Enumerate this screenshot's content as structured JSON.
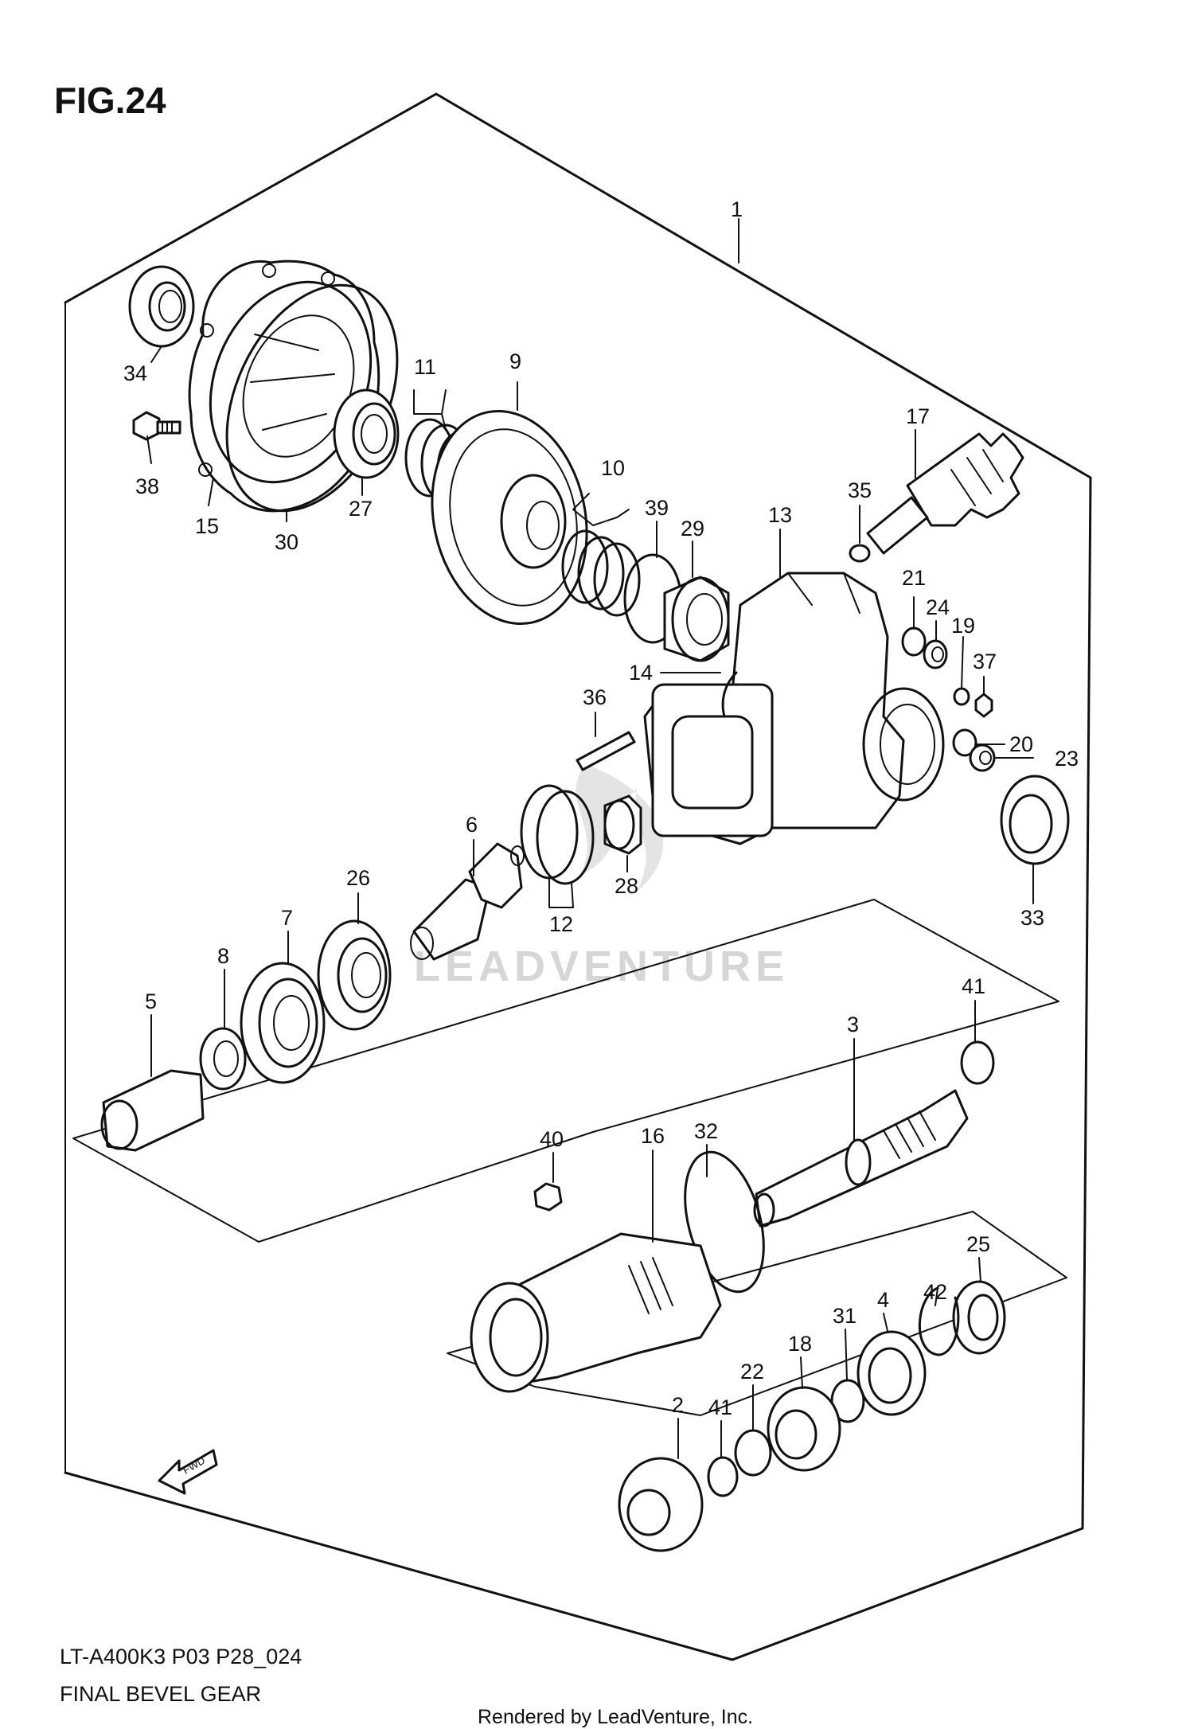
{
  "figure": {
    "title": "FIG.24",
    "model_code": "LT-A400K3 P03 P28_024",
    "name": "FINAL BEVEL GEAR",
    "rendered_by": "Rendered by LeadVenture, Inc.",
    "watermark": "LEADVENTURE",
    "fwd_label": "FWD"
  },
  "callouts": {
    "c1": "1",
    "c2": "2",
    "c3": "3",
    "c4": "4",
    "c5": "5",
    "c6": "6",
    "c7": "7",
    "c8": "8",
    "c9": "9",
    "c10": "10",
    "c11": "11",
    "c12": "12",
    "c13": "13",
    "c14": "14",
    "c15": "15",
    "c16": "16",
    "c17": "17",
    "c18": "18",
    "c19": "19",
    "c20": "20",
    "c21": "21",
    "c22": "22",
    "c23": "23",
    "c24": "24",
    "c25": "25",
    "c26": "26",
    "c27": "27",
    "c28": "28",
    "c29": "29",
    "c30": "30",
    "c31": "31",
    "c32": "32",
    "c33": "33",
    "c34": "34",
    "c35": "35",
    "c36": "36",
    "c37": "37",
    "c38": "38",
    "c39": "39",
    "c40": "40",
    "c41a": "41",
    "c41b": "41",
    "c42": "42"
  },
  "colors": {
    "line": "#111111",
    "background": "#ffffff",
    "watermark": "#d6d6d6"
  }
}
